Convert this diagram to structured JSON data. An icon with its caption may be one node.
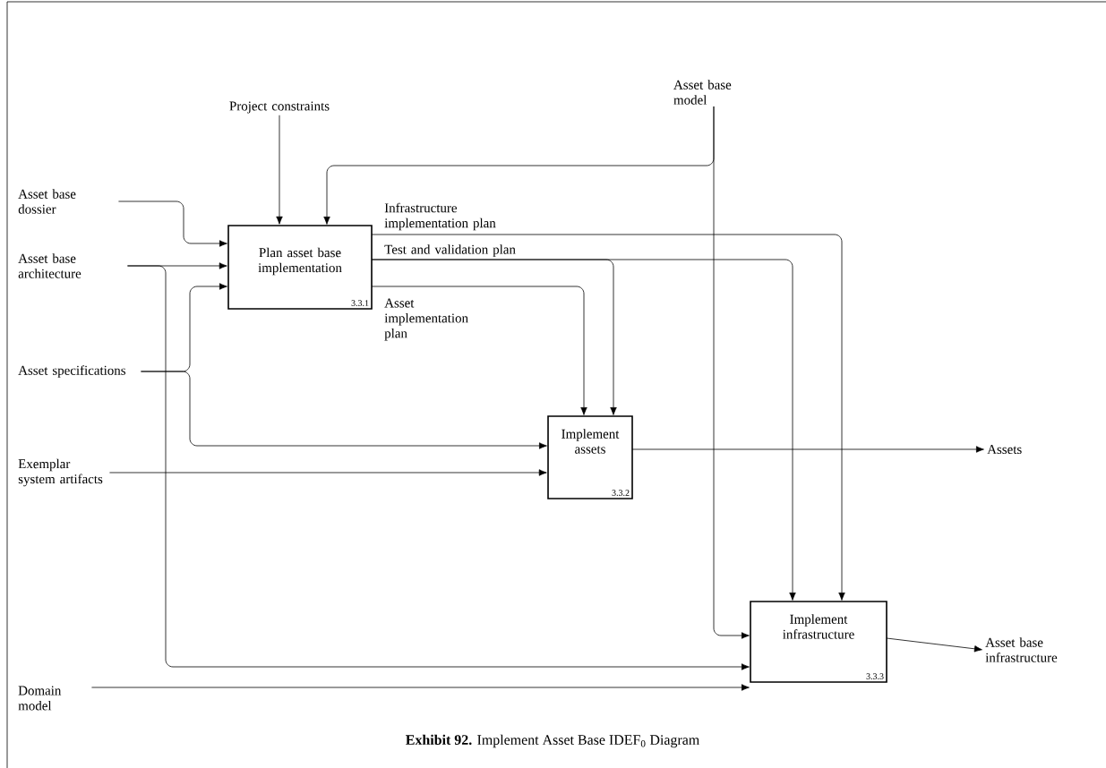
{
  "diagram": {
    "caption": "**Exhibit 92.** Implement Asset Base IDEF$_{0}$ Diagram",
    "nodes": [
      {
        "text": [
          "Project constraints"
        ]
      },
      {
        "text": [
          "Asset base model"
        ]
      },
      {
        "text": [
          "Asset base dossier"
        ]
      },
      {
        "text": [
          "Asset base architecture"
        ]
      },
      {
        "text": [
          "Asset specifications"
        ]
      },
      {
        "text": [
          "Exemplar system artifacts"
        ]
      },
      {
        "text": [
          "Domain model"
        ]
      },
      {
        "text": [
          "Plan asset base implementation",
          "3.3.1"
        ]
      },
      {
        "text": [
          "Implement assets",
          "3.3.2"
        ]
      },
      {
        "text": [
          "Implement infrastructure",
          "3.3.3"
        ]
      },
      {
        "text": [
          "Assets"
        ]
      },
      {
        "text": [
          "Asset base infrastructure"
        ]
      }
    ],
    "edges": [
      {
        "from": 0,
        "to": 7,
        "arrow": "to"
      },
      {
        "from": 1,
        "to": 7,
        "arrow": "to"
      },
      {
        "from": 1,
        "to": 9,
        "arrow": "to"
      },
      {
        "from": 2,
        "to": 7,
        "arrow": "to"
      },
      {
        "from": 3,
        "to": 7,
        "arrow": "to"
      },
      {
        "from": 3,
        "to": 9,
        "arrow": "to"
      },
      {
        "from": 4,
        "to": 7,
        "arrow": "to"
      },
      {
        "from": 4,
        "to": 8,
        "arrow": "to"
      },
      {
        "from": 5,
        "to": 8,
        "arrow": "to"
      },
      {
        "from": 6,
        "to": 9,
        "arrow": "to"
      },
      {
        "from": 7,
        "to": 9,
        "arrow": "to",
        "label": "Infrastructure implementation plan"
      },
      {
        "from": 7,
        "to": 8,
        "arrow": "to",
        "label": "Test and validation plan"
      },
      {
        "from": 7,
        "to": 9,
        "arrow": "to"
      },
      {
        "from": 7,
        "to": 8,
        "arrow": "to",
        "label": "Asset implementation plan"
      },
      {
        "from": 8,
        "to": 10,
        "arrow": "to"
      },
      {
        "from": 9,
        "to": 11,
        "arrow": "to"
      }
    ]
  }
}
